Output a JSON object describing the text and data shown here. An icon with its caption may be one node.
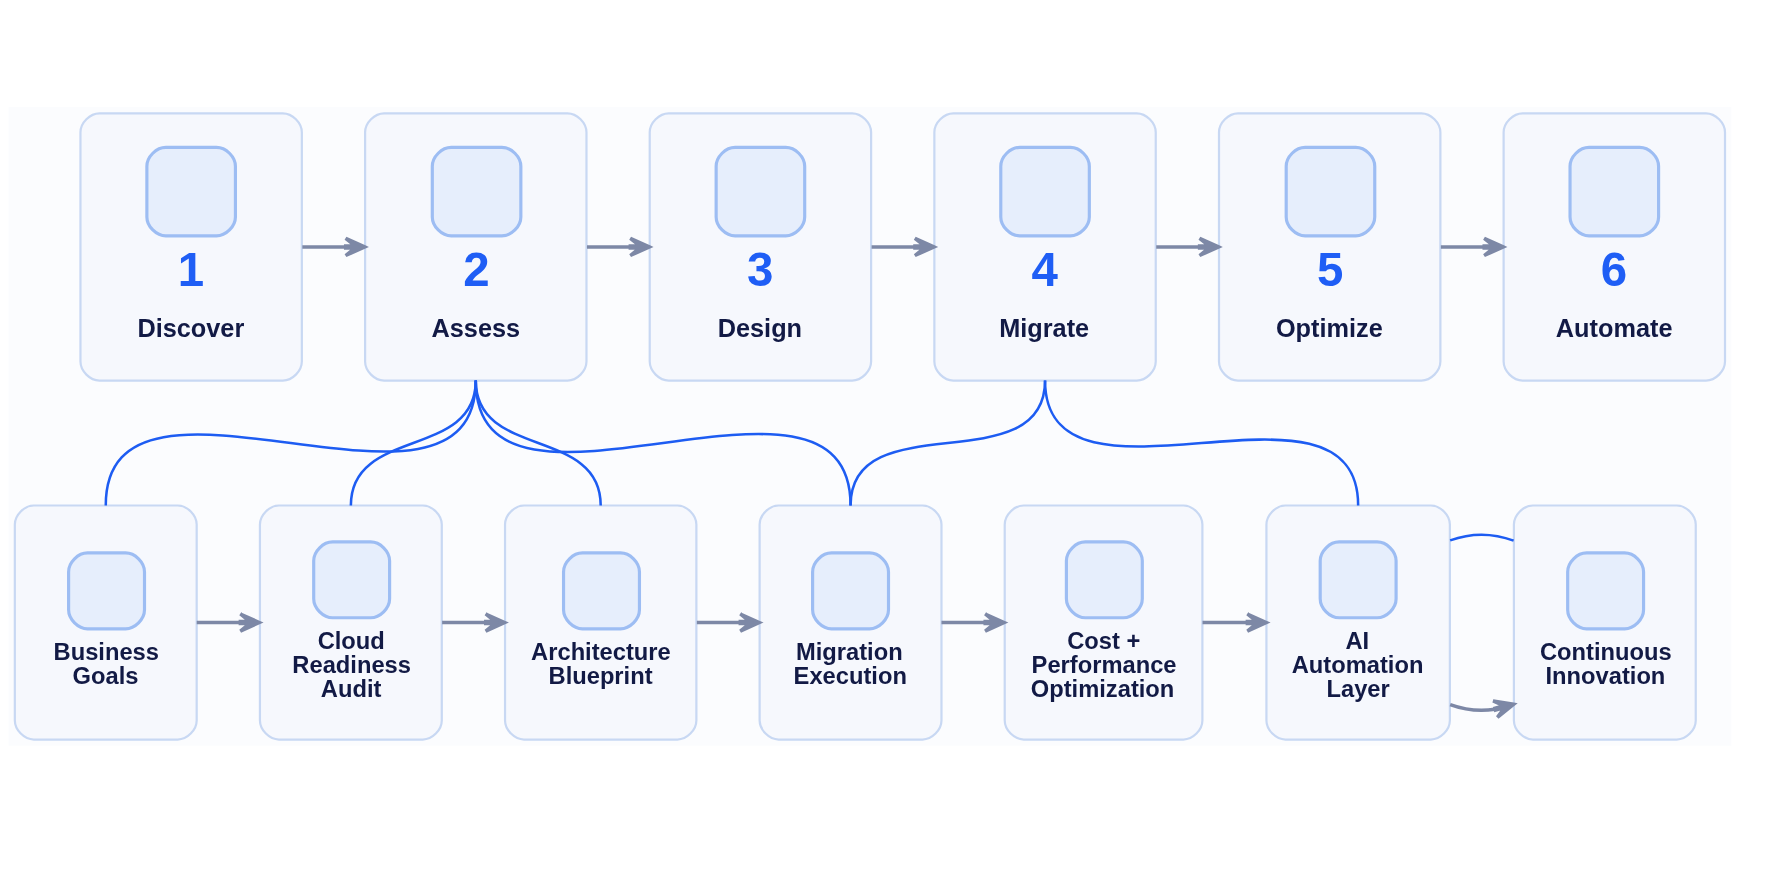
{
  "diagram": {
    "nodes": [
      {
        "text": [
          "1",
          "Discover"
        ]
      },
      {
        "text": [
          "2",
          "Assess"
        ]
      },
      {
        "text": [
          "3",
          "Design"
        ]
      },
      {
        "text": [
          "4",
          "Migrate"
        ]
      },
      {
        "text": [
          "5",
          "Optimize"
        ]
      },
      {
        "text": [
          "6",
          "Automate"
        ]
      },
      {
        "text": [
          "Business Goals"
        ]
      },
      {
        "text": [
          "Cloud Readiness Audit"
        ]
      },
      {
        "text": [
          "Architecture Blueprint"
        ]
      },
      {
        "text": [
          "Migration Execution"
        ]
      },
      {
        "text": [
          "Cost + Performance Optimization"
        ]
      },
      {
        "text": [
          "AI Automation Layer"
        ]
      },
      {
        "text": [
          "Continuous Innovation"
        ]
      }
    ],
    "edges": [
      {
        "from": 0,
        "to": 1,
        "arrow": "to"
      },
      {
        "from": 1,
        "to": 2,
        "arrow": "to"
      },
      {
        "from": 2,
        "to": 3,
        "arrow": "to"
      },
      {
        "from": 3,
        "to": 4,
        "arrow": "to"
      },
      {
        "from": 4,
        "to": 5,
        "arrow": "to"
      },
      {
        "from": 6,
        "to": 7,
        "arrow": "to"
      },
      {
        "from": 7,
        "to": 8,
        "arrow": "to"
      },
      {
        "from": 8,
        "to": 9,
        "arrow": "to"
      },
      {
        "from": 9,
        "to": 10,
        "arrow": "to"
      },
      {
        "from": 10,
        "to": 11,
        "arrow": "to"
      },
      {
        "from": 11,
        "to": 12,
        "arrow": "to"
      },
      {
        "from": 1,
        "to": 6,
        "arrow": "none",
        "color": "#1d5cf2"
      },
      {
        "from": 1,
        "to": 7,
        "arrow": "none",
        "color": "#1d5cf2"
      },
      {
        "from": 1,
        "to": 8,
        "arrow": "none",
        "color": "#1d5cf2"
      },
      {
        "from": 1,
        "to": 9,
        "arrow": "none",
        "color": "#1d5cf2"
      },
      {
        "from": 3,
        "to": 9,
        "arrow": "none",
        "color": "#1d5cf2"
      },
      {
        "from": 3,
        "to": 11,
        "arrow": "none",
        "color": "#1d5cf2"
      },
      {
        "from": 11,
        "to": 12,
        "arrow": "none",
        "color": "#1d5cf2"
      }
    ]
  }
}
